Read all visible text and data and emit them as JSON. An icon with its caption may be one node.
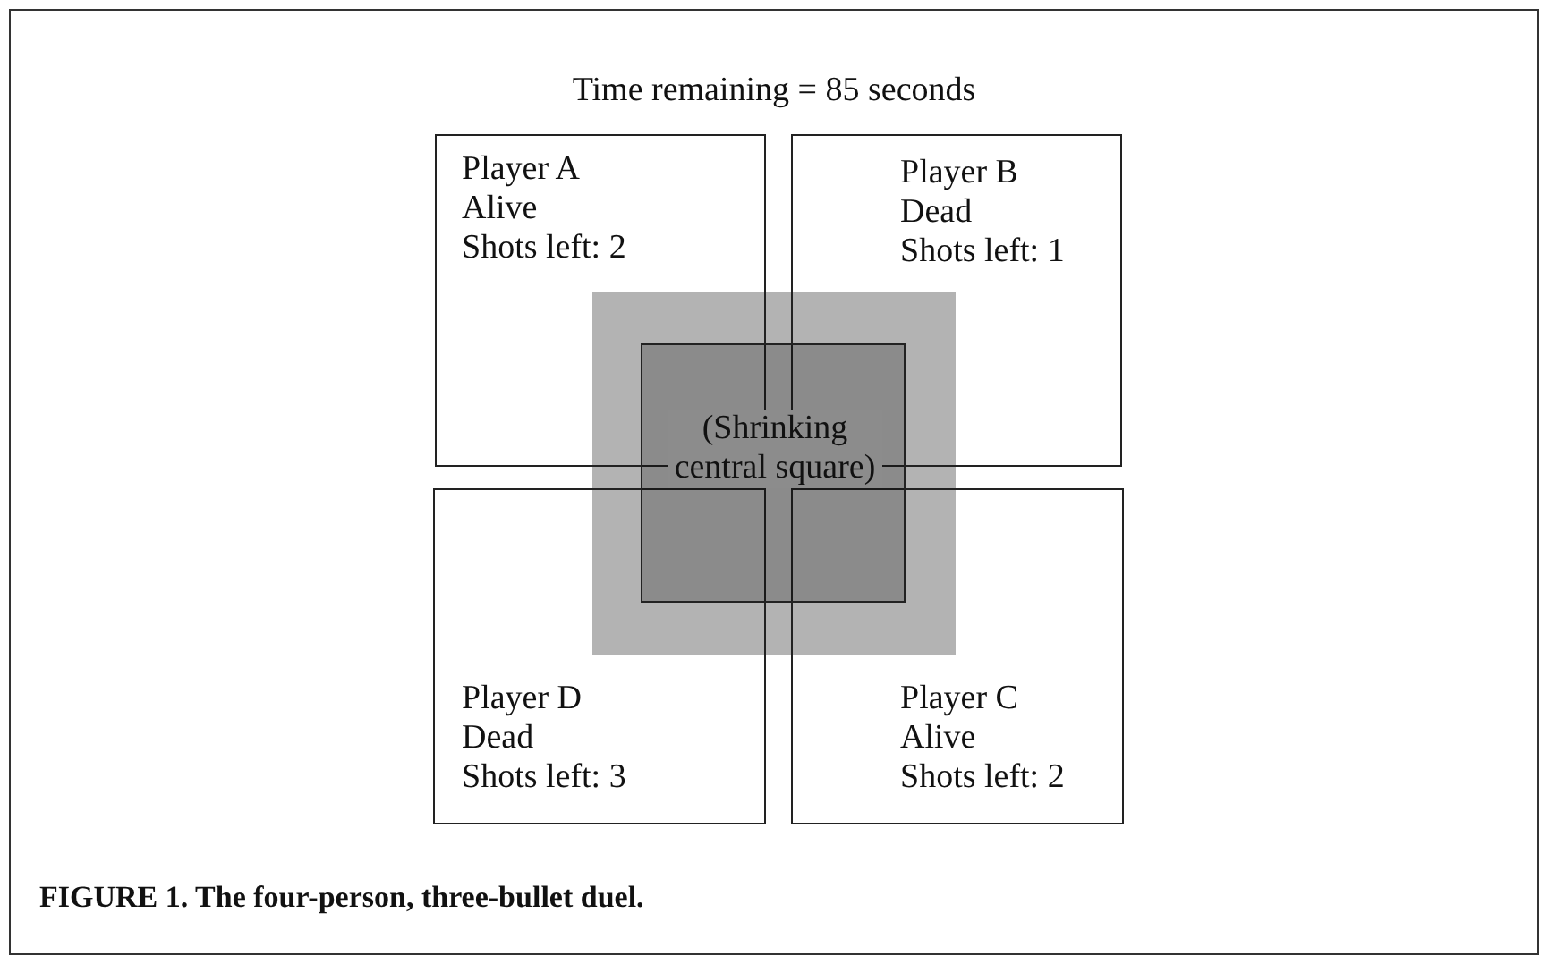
{
  "diagram": {
    "caption": "FIGURE 1. The four-person, three-bullet duel.",
    "nodes": [
      {
        "text": [
          "Player A",
          "Alive",
          "Shots left: 2"
        ]
      },
      {
        "text": [
          "Player B",
          "Dead",
          "Shots left: 1"
        ]
      },
      {
        "text": [
          "Player D",
          "Dead",
          "Shots left: 3"
        ]
      },
      {
        "text": [
          "Player C",
          "Alive",
          "Shots left: 2"
        ]
      },
      {
        "text": [],
        "shape": "box"
      },
      {
        "text": [
          "(Shrinking central square)"
        ],
        "in": 4
      }
    ],
    "edges": [],
    "labels": [
      "Time remaining = 85 seconds"
    ]
  }
}
